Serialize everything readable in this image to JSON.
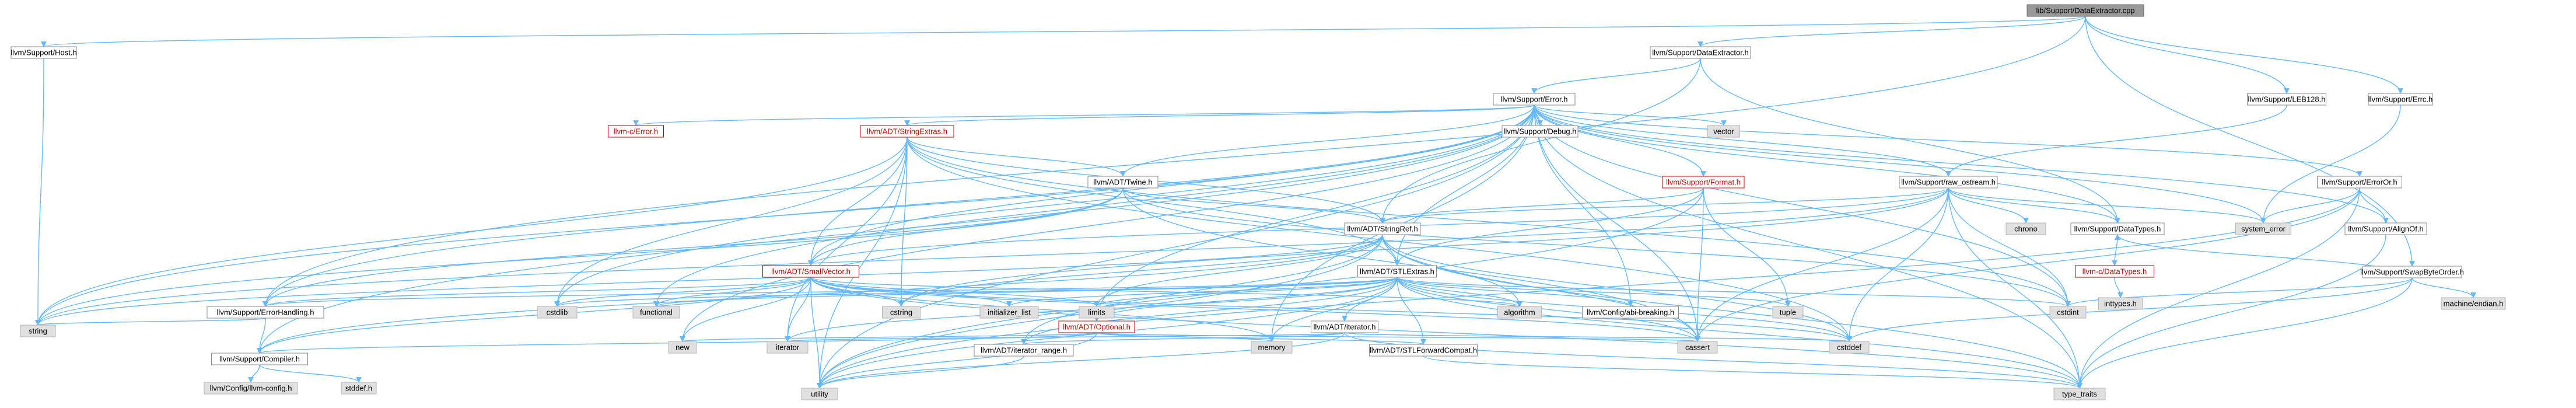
{
  "graph_title": "",
  "colors": {
    "edge": "#63b8ff",
    "root_fill": "#999999",
    "system_fill": "#e0e0e0",
    "highlight_text": "#cc0000"
  },
  "nodes": [
    {
      "id": "root",
      "label": "lib/Support/DataExtractor.cpp",
      "kind": "root"
    },
    {
      "id": "host",
      "label": "llvm/Support/Host.h",
      "kind": "file"
    },
    {
      "id": "dataext",
      "label": "llvm/Support/DataExtractor.h",
      "kind": "file"
    },
    {
      "id": "leb",
      "label": "llvm/Support/LEB128.h",
      "kind": "file"
    },
    {
      "id": "errc",
      "label": "llvm/Support/Errc.h",
      "kind": "file"
    },
    {
      "id": "error",
      "label": "llvm/Support/Error.h",
      "kind": "file"
    },
    {
      "id": "swap",
      "label": "llvm/Support/SwapByteOrder.h",
      "kind": "file"
    },
    {
      "id": "cerror",
      "label": "llvm-c/Error.h",
      "kind": "red"
    },
    {
      "id": "strext",
      "label": "llvm/ADT/StringExtras.h",
      "kind": "red"
    },
    {
      "id": "debug",
      "label": "llvm/Support/Debug.h",
      "kind": "file"
    },
    {
      "id": "vector",
      "label": "vector",
      "kind": "sys"
    },
    {
      "id": "format",
      "label": "llvm/Support/Format.h",
      "kind": "red"
    },
    {
      "id": "rawos",
      "label": "llvm/Support/raw_ostream.h",
      "kind": "file"
    },
    {
      "id": "erroror",
      "label": "llvm/Support/ErrorOr.h",
      "kind": "file"
    },
    {
      "id": "syserr",
      "label": "system_error",
      "kind": "sys"
    },
    {
      "id": "twine",
      "label": "llvm/ADT/Twine.h",
      "kind": "file"
    },
    {
      "id": "chrono",
      "label": "chrono",
      "kind": "sys"
    },
    {
      "id": "datatypes",
      "label": "llvm/Support/DataTypes.h",
      "kind": "file"
    },
    {
      "id": "alignof",
      "label": "llvm/Support/AlignOf.h",
      "kind": "file"
    },
    {
      "id": "stringref",
      "label": "llvm/ADT/StringRef.h",
      "kind": "file"
    },
    {
      "id": "smallvec",
      "label": "llvm/ADT/SmallVector.h",
      "kind": "red"
    },
    {
      "id": "stlextras",
      "label": "llvm/ADT/STLExtras.h",
      "kind": "file"
    },
    {
      "id": "cdatatypes",
      "label": "llvm-c/DataTypes.h",
      "kind": "red"
    },
    {
      "id": "inttypes",
      "label": "inttypes.h",
      "kind": "sys"
    },
    {
      "id": "machendian",
      "label": "machine/endian.h",
      "kind": "sys"
    },
    {
      "id": "errhandling",
      "label": "llvm/Support/ErrorHandling.h",
      "kind": "file"
    },
    {
      "id": "cstdlib",
      "label": "cstdlib",
      "kind": "sys"
    },
    {
      "id": "functional",
      "label": "functional",
      "kind": "sys"
    },
    {
      "id": "cstring",
      "label": "cstring",
      "kind": "sys"
    },
    {
      "id": "initlist",
      "label": "initializer_list",
      "kind": "sys"
    },
    {
      "id": "limits",
      "label": "limits",
      "kind": "sys"
    },
    {
      "id": "optional",
      "label": "llvm/ADT/Optional.h",
      "kind": "red"
    },
    {
      "id": "iteratorh",
      "label": "llvm/ADT/iterator.h",
      "kind": "file"
    },
    {
      "id": "algorithm",
      "label": "algorithm",
      "kind": "sys"
    },
    {
      "id": "abibreak",
      "label": "llvm/Config/abi-breaking.h",
      "kind": "file"
    },
    {
      "id": "tuple",
      "label": "tuple",
      "kind": "sys"
    },
    {
      "id": "cstdint",
      "label": "cstdint",
      "kind": "sys"
    },
    {
      "id": "string",
      "label": "string",
      "kind": "sys"
    },
    {
      "id": "compiler",
      "label": "llvm/Support/Compiler.h",
      "kind": "file"
    },
    {
      "id": "new",
      "label": "new",
      "kind": "sys"
    },
    {
      "id": "iterator",
      "label": "iterator",
      "kind": "sys"
    },
    {
      "id": "iterrange",
      "label": "llvm/ADT/iterator_range.h",
      "kind": "file"
    },
    {
      "id": "memory",
      "label": "memory",
      "kind": "sys"
    },
    {
      "id": "stlfwd",
      "label": "llvm/ADT/STLForwardCompat.h",
      "kind": "file"
    },
    {
      "id": "cassert",
      "label": "cassert",
      "kind": "sys"
    },
    {
      "id": "cstddef",
      "label": "cstddef",
      "kind": "sys"
    },
    {
      "id": "llvmconfig",
      "label": "llvm/Config/llvm-config.h",
      "kind": "sys"
    },
    {
      "id": "stddef",
      "label": "stddef.h",
      "kind": "sys"
    },
    {
      "id": "utility",
      "label": "utility",
      "kind": "sys"
    },
    {
      "id": "typetraits",
      "label": "type_traits",
      "kind": "sys"
    }
  ],
  "edges": [
    [
      "root",
      "host"
    ],
    [
      "root",
      "dataext"
    ],
    [
      "root",
      "leb"
    ],
    [
      "root",
      "errc"
    ],
    [
      "root",
      "swap"
    ],
    [
      "root",
      "errhandling"
    ],
    [
      "host",
      "string"
    ],
    [
      "dataext",
      "error"
    ],
    [
      "dataext",
      "stringref"
    ],
    [
      "dataext",
      "datatypes"
    ],
    [
      "leb",
      "rawos"
    ],
    [
      "errc",
      "syserr"
    ],
    [
      "error",
      "cerror"
    ],
    [
      "error",
      "strext"
    ],
    [
      "error",
      "debug"
    ],
    [
      "error",
      "vector"
    ],
    [
      "error",
      "format"
    ],
    [
      "error",
      "rawos"
    ],
    [
      "error",
      "erroror"
    ],
    [
      "error",
      "syserr"
    ],
    [
      "error",
      "twine"
    ],
    [
      "error",
      "alignof"
    ],
    [
      "error",
      "smallvec"
    ],
    [
      "error",
      "stlextras"
    ],
    [
      "error",
      "abibreak"
    ],
    [
      "error",
      "errhandling"
    ],
    [
      "error",
      "compiler"
    ],
    [
      "error",
      "datatypes"
    ],
    [
      "error",
      "cstdlib"
    ],
    [
      "error",
      "functional"
    ],
    [
      "error",
      "cassert"
    ],
    [
      "error",
      "cstdint"
    ],
    [
      "error",
      "memory"
    ],
    [
      "error",
      "new"
    ],
    [
      "error",
      "string"
    ],
    [
      "error",
      "utility"
    ],
    [
      "error",
      "typetraits"
    ],
    [
      "error",
      "optional"
    ],
    [
      "strext",
      "stringref"
    ],
    [
      "strext",
      "twine"
    ],
    [
      "strext",
      "smallvec"
    ],
    [
      "strext",
      "iterator"
    ],
    [
      "strext",
      "cstring"
    ],
    [
      "strext",
      "cstdint"
    ],
    [
      "strext",
      "cstddef"
    ],
    [
      "strext",
      "string"
    ],
    [
      "strext",
      "utility"
    ],
    [
      "strext",
      "stlextras"
    ],
    [
      "strext",
      "cstdlib"
    ],
    [
      "format",
      "stringref"
    ],
    [
      "format",
      "stlextras"
    ],
    [
      "format",
      "cassert"
    ],
    [
      "format",
      "cstdio"
    ],
    [
      "format",
      "tuple"
    ],
    [
      "format",
      "utility"
    ],
    [
      "rawos",
      "stringref"
    ],
    [
      "rawos",
      "datatypes"
    ],
    [
      "rawos",
      "chrono"
    ],
    [
      "rawos",
      "cassert"
    ],
    [
      "rawos",
      "cstddef"
    ],
    [
      "rawos",
      "cstdint"
    ],
    [
      "rawos",
      "cstring"
    ],
    [
      "rawos",
      "string"
    ],
    [
      "rawos",
      "syserr"
    ],
    [
      "rawos",
      "typetraits"
    ],
    [
      "rawos",
      "smallvec"
    ],
    [
      "erroror",
      "alignof"
    ],
    [
      "erroror",
      "cassert"
    ],
    [
      "erroror",
      "syserr"
    ],
    [
      "erroror",
      "typetraits"
    ],
    [
      "erroror",
      "utility"
    ],
    [
      "twine",
      "smallvec"
    ],
    [
      "twine",
      "stringref"
    ],
    [
      "twine",
      "errhandling"
    ],
    [
      "twine",
      "cassert"
    ],
    [
      "twine",
      "cstdint"
    ],
    [
      "twine",
      "string"
    ],
    [
      "alignof",
      "typetraits"
    ],
    [
      "datatypes",
      "cdatatypes"
    ],
    [
      "cdatatypes",
      "inttypes"
    ],
    [
      "stringref",
      "stlextras"
    ],
    [
      "stringref",
      "iterrange"
    ],
    [
      "stringref",
      "compiler"
    ],
    [
      "stringref",
      "algorithm"
    ],
    [
      "stringref",
      "cassert"
    ],
    [
      "stringref",
      "cstddef"
    ],
    [
      "stringref",
      "cstring"
    ],
    [
      "stringref",
      "limits"
    ],
    [
      "stringref",
      "string"
    ],
    [
      "stringref",
      "typetraits"
    ],
    [
      "stringref",
      "utility"
    ],
    [
      "smallvec",
      "compiler"
    ],
    [
      "smallvec",
      "typetraits"
    ],
    [
      "smallvec",
      "algorithm"
    ],
    [
      "smallvec",
      "cassert"
    ],
    [
      "smallvec",
      "cstddef"
    ],
    [
      "smallvec",
      "cstdlib"
    ],
    [
      "smallvec",
      "cstring"
    ],
    [
      "smallvec",
      "functional"
    ],
    [
      "smallvec",
      "initlist"
    ],
    [
      "smallvec",
      "iterator"
    ],
    [
      "smallvec",
      "limits"
    ],
    [
      "smallvec",
      "memory"
    ],
    [
      "smallvec",
      "new"
    ],
    [
      "smallvec",
      "utility"
    ],
    [
      "smallvec",
      "errhandling"
    ],
    [
      "stlextras",
      "abibreak"
    ],
    [
      "stlextras",
      "optional"
    ],
    [
      "stlextras",
      "stlfwd"
    ],
    [
      "stlextras",
      "iteratorh"
    ],
    [
      "stlextras",
      "iterrange"
    ],
    [
      "stlextras",
      "errhandling"
    ],
    [
      "stlextras",
      "algorithm"
    ],
    [
      "stlextras",
      "cassert"
    ],
    [
      "stlextras",
      "cstddef"
    ],
    [
      "stlextras",
      "cstdint"
    ],
    [
      "stlextras",
      "cstdlib"
    ],
    [
      "stlextras",
      "functional"
    ],
    [
      "stlextras",
      "initlist"
    ],
    [
      "stlextras",
      "iterator"
    ],
    [
      "stlextras",
      "limits"
    ],
    [
      "stlextras",
      "memory"
    ],
    [
      "stlextras",
      "tuple"
    ],
    [
      "stlextras",
      "typetraits"
    ],
    [
      "stlextras",
      "utility"
    ],
    [
      "optional",
      "compiler"
    ],
    [
      "optional",
      "stlfwd"
    ],
    [
      "optional",
      "cassert"
    ],
    [
      "optional",
      "memory"
    ],
    [
      "optional",
      "new"
    ],
    [
      "optional",
      "utility"
    ],
    [
      "iteratorh",
      "iterrange"
    ],
    [
      "iteratorh",
      "iterator"
    ],
    [
      "iteratorh",
      "cstddef"
    ],
    [
      "iteratorh",
      "typetraits"
    ],
    [
      "iteratorh",
      "utility"
    ],
    [
      "iterrange",
      "utility"
    ],
    [
      "stlfwd",
      "typetraits"
    ],
    [
      "errhandling",
      "compiler"
    ],
    [
      "errhandling",
      "string"
    ],
    [
      "compiler",
      "llvmconfig"
    ],
    [
      "compiler",
      "stddef"
    ],
    [
      "swap",
      "datatypes"
    ],
    [
      "swap",
      "cstddef"
    ],
    [
      "swap",
      "cstdint"
    ],
    [
      "swap",
      "typetraits"
    ],
    [
      "swap",
      "machendian"
    ]
  ]
}
